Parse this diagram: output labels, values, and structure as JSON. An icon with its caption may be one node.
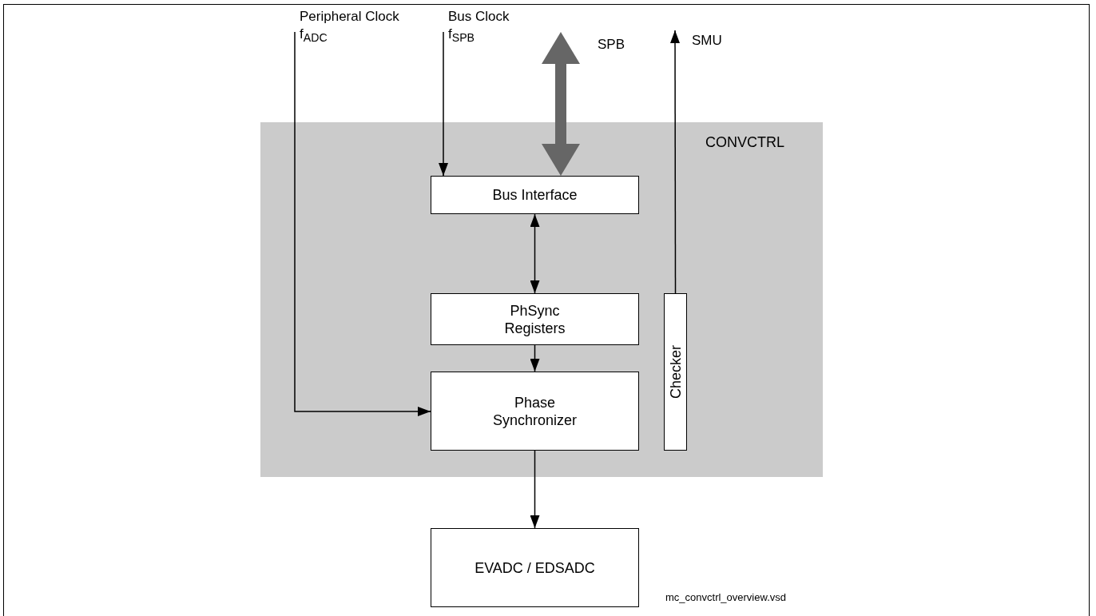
{
  "diagram": {
    "nodes": [
      {
        "text": [
          "CONVCTRL"
        ]
      },
      {
        "text": [
          "Bus Interface"
        ],
        "in": 0
      },
      {
        "text": [
          "PhSync Registers"
        ],
        "in": 0
      },
      {
        "text": [
          "Phase Synchronizer"
        ],
        "in": 0
      },
      {
        "text": [
          "Checker"
        ],
        "in": 0
      },
      {
        "text": [
          "EVADC / EDSADC"
        ]
      }
    ],
    "edges": [
      {
        "from": null,
        "to": 3,
        "arrow": "to",
        "label": "Peripheral Clock f$_{ADC}$"
      },
      {
        "from": null,
        "to": 1,
        "arrow": "to",
        "label": "Bus Clock f$_{SPB}$"
      },
      {
        "from": 1,
        "to": null,
        "arrow": "both",
        "label": "SPB",
        "style": "thick",
        "color": "#666666"
      },
      {
        "from": 1,
        "to": 2,
        "arrow": "both"
      },
      {
        "from": 2,
        "to": 3,
        "arrow": "to"
      },
      {
        "from": 3,
        "to": 5,
        "arrow": "to"
      },
      {
        "from": 4,
        "to": null,
        "arrow": "to",
        "label": "SMU"
      }
    ],
    "labels": [
      "mc_convctrl_overview.vsd"
    ]
  }
}
